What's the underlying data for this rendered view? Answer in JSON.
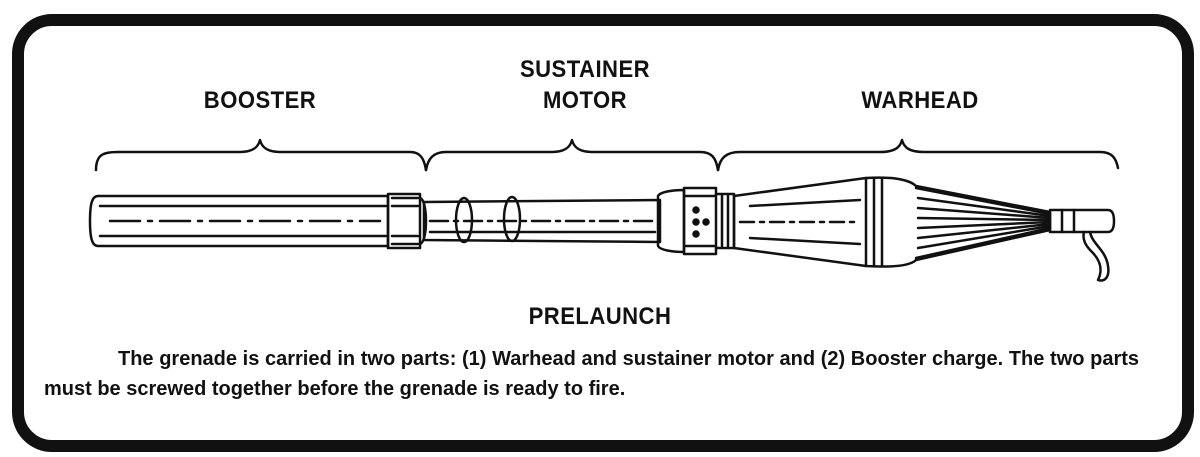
{
  "labels": {
    "booster": "BOOSTER",
    "sustainer_line1": "SUSTAINER",
    "sustainer_line2": "MOTOR",
    "warhead": "WARHEAD",
    "title": "PRELAUNCH"
  },
  "caption": {
    "line1": "The grenade is carried in two parts: (1) Warhead and sustainer motor and (2) Booster",
    "line2": "charge. The two parts must be screwed together before the grenade is ready to fire."
  }
}
